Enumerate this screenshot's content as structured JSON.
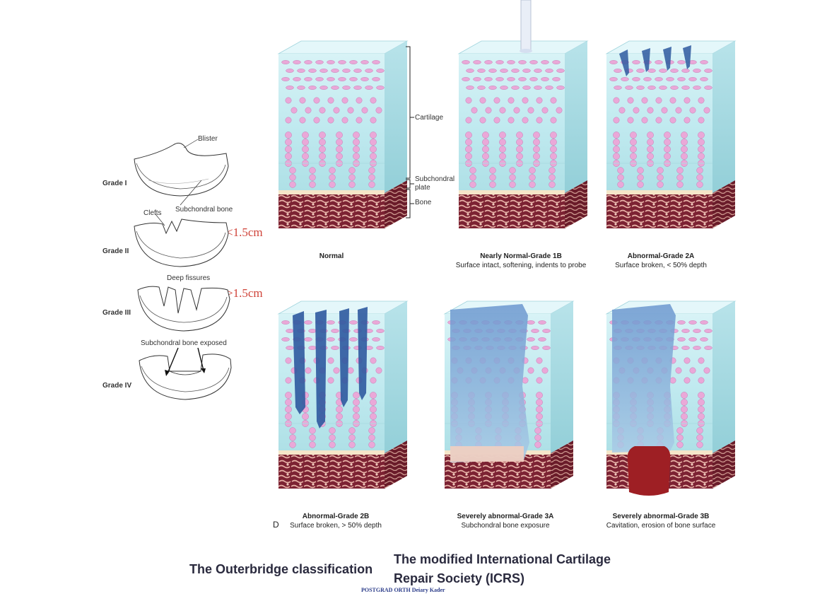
{
  "outerbridge": {
    "grades": [
      {
        "label": "Grade I",
        "annotation": "Blister",
        "annotation2": "Subchondral bone"
      },
      {
        "label": "Grade II",
        "annotation": "Clefts",
        "size_note": "<1.5cm"
      },
      {
        "label": "Grade III",
        "annotation": "Deep fissures",
        "size_note": ">1.5cm"
      },
      {
        "label": "Grade IV",
        "annotation": "Subchondral bone exposed"
      }
    ]
  },
  "icrs": {
    "layer_labels": {
      "cartilage": "Cartilage",
      "subchondral1": "Subchondral",
      "subchondral2": "plate",
      "bone": "Bone"
    },
    "panels": [
      {
        "title": "Normal",
        "subtitle": ""
      },
      {
        "title": "Nearly Normal-Grade 1B",
        "subtitle": "Surface intact, softening, indents to probe"
      },
      {
        "title": "Abnormal-Grade 2A",
        "subtitle": "Surface broken, < 50% depth"
      },
      {
        "title": "Abnormal-Grade 2B",
        "subtitle": "Surface broken, > 50% depth",
        "prefix": "D"
      },
      {
        "title": "Severely abnormal-Grade 3A",
        "subtitle": "Subchondral bone exposure"
      },
      {
        "title": "Severely abnormal-Grade 3B",
        "subtitle": "Cavitation, erosion of bone surface"
      }
    ]
  },
  "footer": {
    "left_title": "The Outerbridge classification",
    "right_title_line1": "The modified International Cartilage",
    "right_title_line2": "Repair Society (ICRS)",
    "credit": "POSTGRAD ORTH Deiary Kader"
  },
  "colors": {
    "cartilage": "#bfeaf0",
    "cell": "#e9a3d6",
    "bone": "#8a2a3a",
    "lesion": "#3a62a8",
    "size_note": "#d0443a"
  }
}
